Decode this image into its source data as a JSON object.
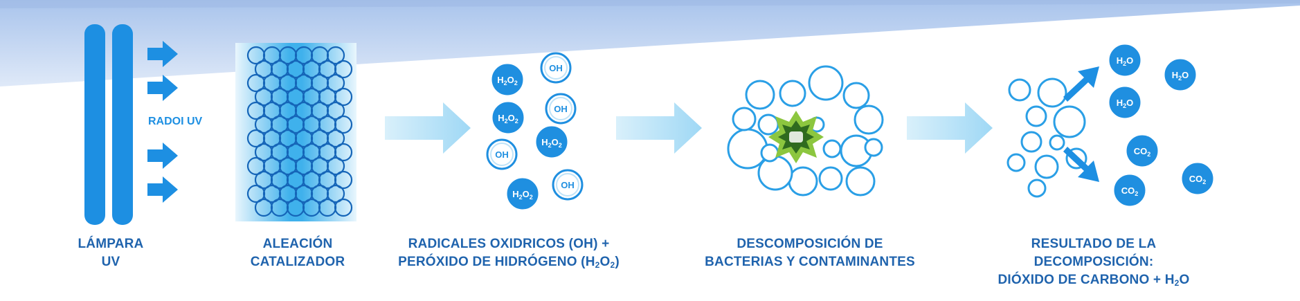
{
  "diagram": {
    "uv_label": "RADOI UV",
    "stages": [
      {
        "lines": [
          "LÁMPARA",
          "UV"
        ]
      },
      {
        "lines": [
          "ALEACIÓN",
          "CATALIZADOR"
        ]
      },
      {
        "lines": [
          "RADICALES OXIDRICOS (OH) +",
          "PERÓXIDO DE HIDRÓGENO (H",
          "O",
          ")"
        ]
      },
      {
        "lines": [
          "DESCOMPOSICIÓN DE",
          "BACTERIAS Y CONTAMINANTES"
        ]
      },
      {
        "lines": [
          "RESULTADO DE LA",
          "DECOMPOSICIÓN:",
          "DIÓXIDO DE CARBONO + H",
          "O"
        ]
      }
    ],
    "molecules": {
      "oh": "OH",
      "h2o2": "H2O2",
      "h2o": "H2O",
      "co2": "CO2"
    },
    "colors": {
      "primary_blue": "#1f8fe0",
      "dark_blue": "#1f63ad",
      "light_blue": "#a8dcf6",
      "green_burst": "#8cc63f"
    }
  }
}
